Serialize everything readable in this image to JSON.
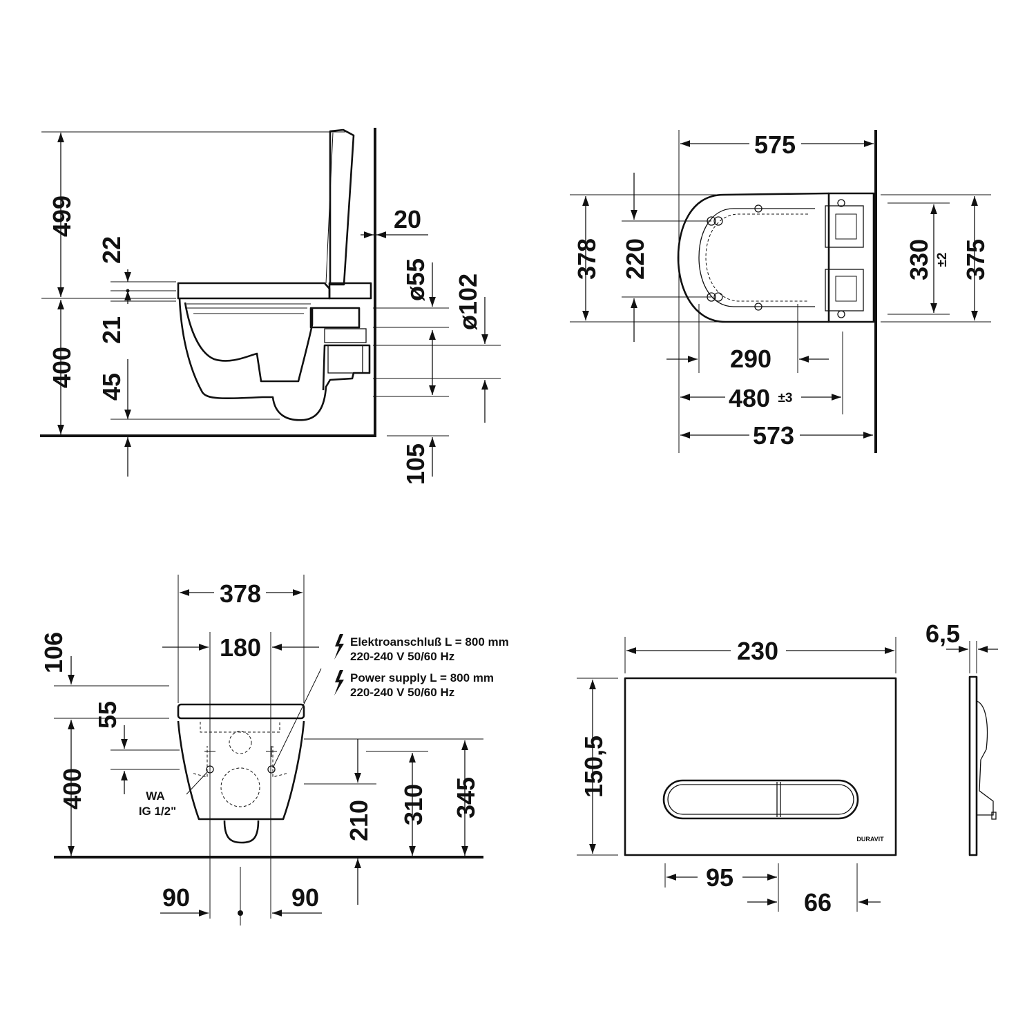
{
  "side_view": {
    "dims": {
      "d499": "499",
      "d22": "22",
      "d21": "21",
      "d400": "400",
      "d45": "45",
      "d20": "20",
      "d55": "ø55",
      "d102": "ø102",
      "d105": "105"
    }
  },
  "top_view": {
    "dims": {
      "d575": "575",
      "d378": "378",
      "d220": "220",
      "d330": "330",
      "d330_tol": "±2",
      "d375": "375",
      "d290": "290",
      "d480": "480",
      "d480_tol": "±3",
      "d573": "573"
    }
  },
  "front_view": {
    "dims": {
      "d378": "378",
      "d180": "180",
      "d106": "106",
      "d55": "55",
      "d400": "400",
      "d210": "210",
      "d310": "310",
      "d345": "345",
      "d90_left": "90",
      "d90_right": "90"
    },
    "notes": {
      "de_line1": "Elektroanschluß L = 800 mm",
      "de_line2": "220-240 V  50/60 Hz",
      "en_line1": "Power supply L = 800 mm",
      "en_line2": "220-240 V  50/60 Hz",
      "wa_line1": "WA",
      "wa_line2": "IG 1/2\""
    }
  },
  "flush_plate": {
    "dims": {
      "d230": "230",
      "d150_5": "150,5",
      "d95": "95",
      "d66": "66",
      "d6_5": "6,5"
    },
    "logo_text": "DURAVIT"
  },
  "icons": [
    "lightning-icon",
    "arrow-icon"
  ]
}
